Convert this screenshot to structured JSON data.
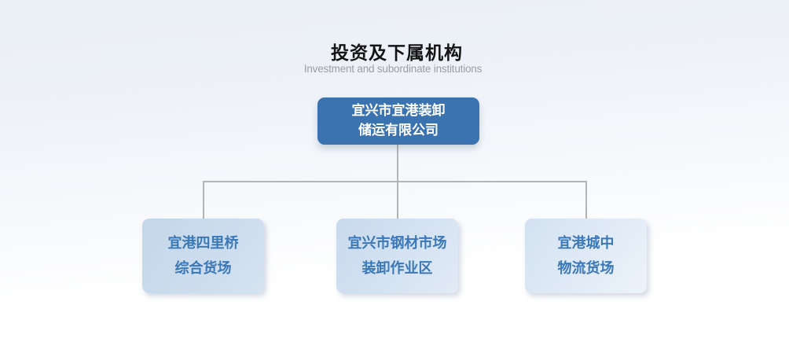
{
  "header": {
    "title": "投资及下属机构",
    "subtitle": "Investment and subordinate institutions"
  },
  "org_chart": {
    "type": "organization-tree",
    "root": {
      "line1": "宜兴市宜港装卸",
      "line2": "储运有限公司",
      "full_name": "宜兴市宜港装卸储运有限公司"
    },
    "children": [
      {
        "line1": "宜港四里桥",
        "line2": "综合货场",
        "full_name": "宜港四里桥综合货场"
      },
      {
        "line1": "宜兴市钢材市场",
        "line2": "装卸作业区",
        "full_name": "宜兴市钢材市场装卸作业区"
      },
      {
        "line1": "宜港城中",
        "line2": "物流货场",
        "full_name": "宜港城中物流货场"
      }
    ]
  },
  "colors": {
    "title_text": "#141414",
    "subtitle_text": "#9c9ea1",
    "root_box_bg": "#3a73b0",
    "root_box_text": "#ffffff",
    "child_box_bg": "#cdddee",
    "child_box_text": "#3a78b8",
    "connector": "#b3b4b5"
  }
}
